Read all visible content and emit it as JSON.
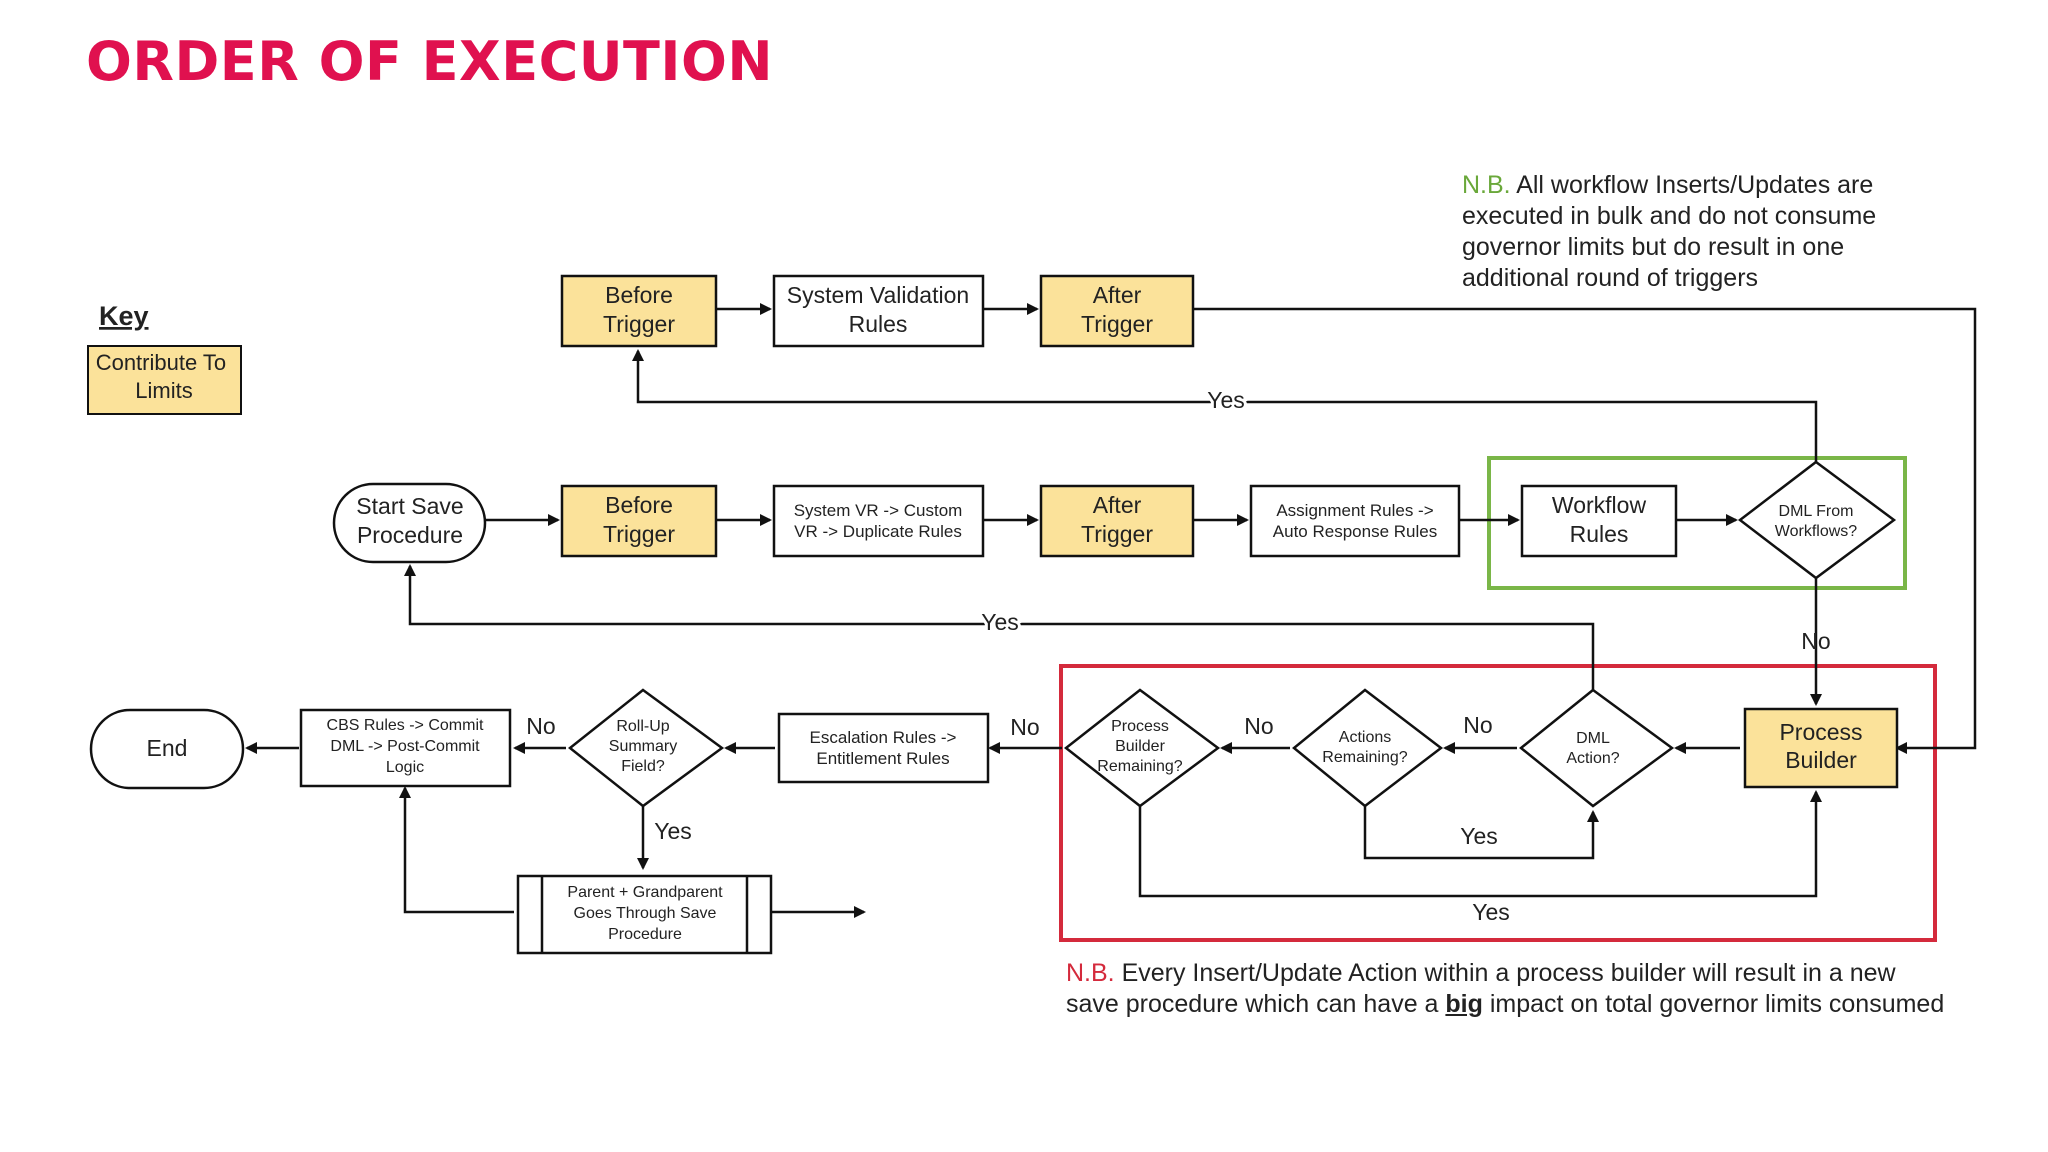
{
  "title": "ORDER OF EXECUTION",
  "key": {
    "heading": "Key",
    "legend_lines": [
      "Contribute To",
      "Limits"
    ]
  },
  "notes": {
    "workflow": {
      "prefix": "N.B.",
      "text": "All workflow Inserts/Updates are executed in bulk and do not consume governor limits but do result in one additional round of triggers"
    },
    "process_builder": {
      "prefix": "N.B.",
      "text_before": "Every Insert/Update Action within a process builder will result in a new save procedure which can have a",
      "emphasis": "big",
      "text_after": "impact on total governor limits consumed"
    }
  },
  "nodes": {
    "top_before_trigger": [
      "Before",
      "Trigger"
    ],
    "top_system_validation": [
      "System Validation",
      "Rules"
    ],
    "top_after_trigger": [
      "After",
      "Trigger"
    ],
    "start_save": [
      "Start Save",
      "Procedure"
    ],
    "before_trigger": [
      "Before",
      "Trigger"
    ],
    "system_vr": [
      "System VR -> Custom",
      "VR -> Duplicate Rules"
    ],
    "after_trigger": [
      "After",
      "Trigger"
    ],
    "assignment_rules": [
      "Assignment Rules ->",
      "Auto Response Rules"
    ],
    "workflow_rules": [
      "Workflow",
      "Rules"
    ],
    "dml_from_workflows": [
      "DML From",
      "Workflows?"
    ],
    "process_builder": [
      "Process",
      "Builder"
    ],
    "dml_action": [
      "DML",
      "Action?"
    ],
    "actions_remaining": [
      "Actions",
      "Remaining?"
    ],
    "process_builder_remaining": [
      "Process",
      "Builder",
      "Remaining?"
    ],
    "escalation_rules": [
      "Escalation Rules ->",
      "Entitlement Rules"
    ],
    "rollup_summary": [
      "Roll-Up",
      "Summary",
      "Field?"
    ],
    "cbs_rules": [
      "CBS Rules -> Commit",
      "DML -> Post-Commit",
      "Logic"
    ],
    "end": [
      "End"
    ],
    "parent_grandparent": [
      "Parent + Grandparent",
      "Goes Through Save",
      "Procedure"
    ]
  },
  "edge_labels": {
    "yes_workflow_loop": "Yes",
    "yes_save_loop": "Yes",
    "no_dml_workflows": "No",
    "no_dml_action": "No",
    "yes_dml_action": "Yes",
    "no_actions_remaining": "No",
    "yes_pb_remaining": "Yes",
    "no_pb_remaining": "No",
    "no_rollup": "No",
    "yes_rollup": "Yes"
  },
  "colors": {
    "title": "#e0114f",
    "limit_fill": "#fbe29a",
    "workflow_frame": "#7ab648",
    "process_builder_frame": "#d42a3c",
    "line": "#111111"
  }
}
